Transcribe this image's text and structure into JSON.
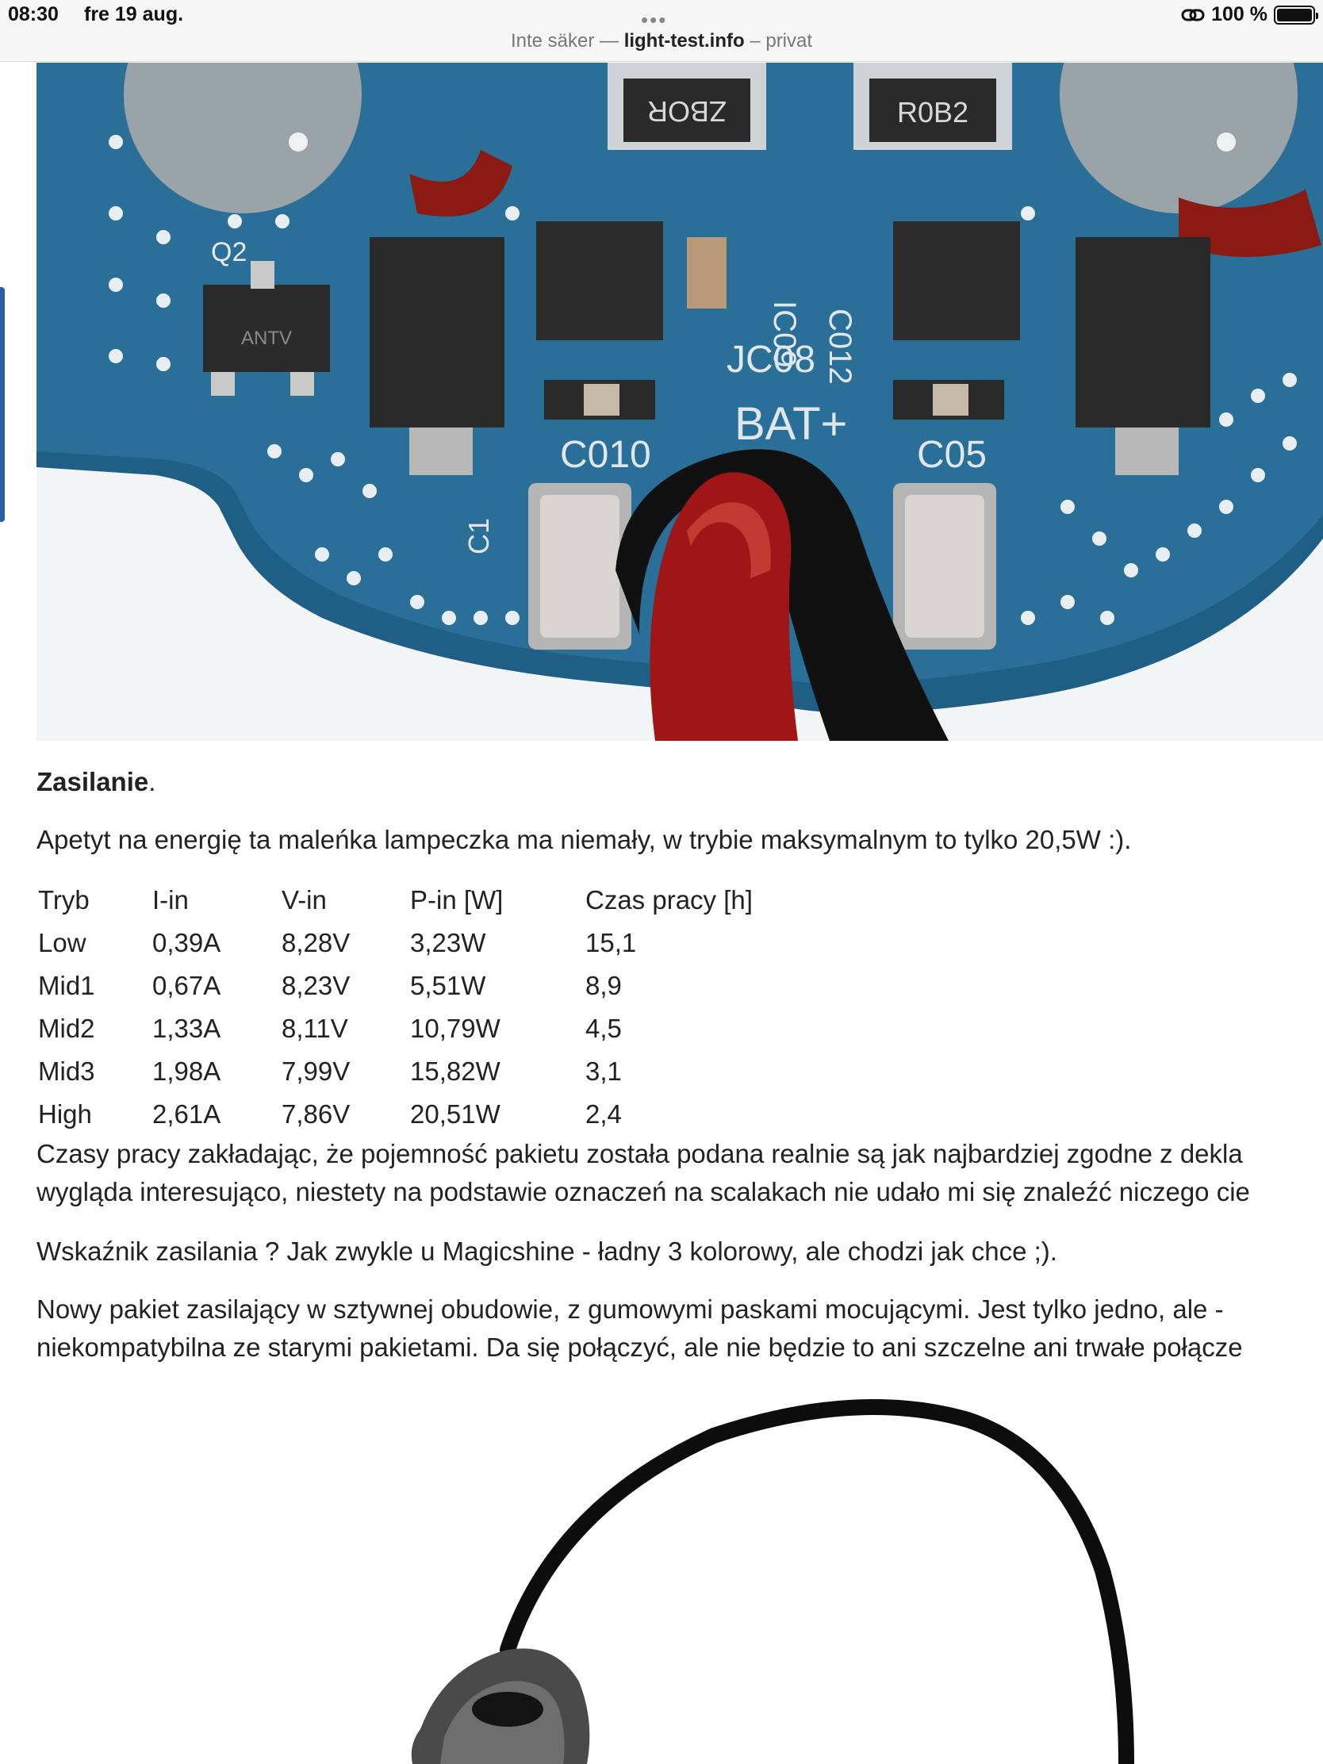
{
  "status_bar": {
    "time": "08:30",
    "date": "fre 19 aug.",
    "battery_percent": "100 %",
    "battery_level": 1.0
  },
  "address_bar": {
    "security": "Inte säker —",
    "domain": "light-test.info",
    "mode": "– privat"
  },
  "pcb_image": {
    "labels": [
      "ZBOR",
      "R0B2",
      "Q2",
      "ANTV",
      "C010",
      "BAT+",
      "C05",
      "JC08",
      "C012",
      "IC09",
      "C1"
    ]
  },
  "article": {
    "heading": "Zasilanie",
    "heading_suffix": ".",
    "intro": "Apetyt na energię ta maleńka lampeczka ma niemały, w trybie maksymalnym to tylko 20,5W :).",
    "table": {
      "headers": [
        "Tryb",
        "I-in",
        "V-in",
        "P-in [W]",
        "Czas pracy [h]"
      ],
      "rows": [
        [
          "Low",
          "0,39A",
          "8,28V",
          "3,23W",
          "15,1"
        ],
        [
          "Mid1",
          "0,67A",
          "8,23V",
          "5,51W",
          "8,9"
        ],
        [
          "Mid2",
          "1,33A",
          "8,11V",
          "10,79W",
          "4,5"
        ],
        [
          "Mid3",
          "1,98A",
          "7,99V",
          "15,82W",
          "3,1"
        ],
        [
          "High",
          "2,61A",
          "7,86V",
          "20,51W",
          "2,4"
        ]
      ]
    },
    "p2_line1": "Czasy pracy zakładając, że pojemność pakietu została podana realnie są jak najbardziej zgodne z dekla",
    "p2_line2": "wygląda interesująco, niestety na podstawie oznaczeń na scalakach nie udało mi się znaleźć niczego cie",
    "p3": "Wskaźnik zasilania ? Jak zwykle u Magicshine - ładny 3 kolorowy, ale chodzi jak chce ;).",
    "p4_line1": "Nowy pakiet zasilający w sztywnej obudowie, z gumowymi paskami mocującymi. Jest tylko jedno, ale -",
    "p4_line2": "niekompatybilna ze starymi pakietami. Da się połączyć, ale nie będzie to ani szczelne ani trwałe połącze"
  }
}
